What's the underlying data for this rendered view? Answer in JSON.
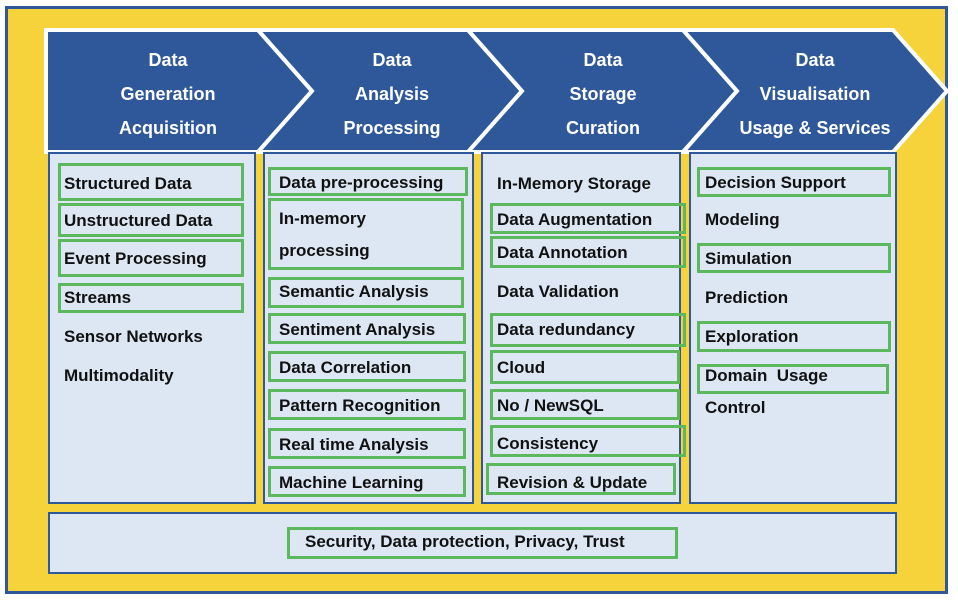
{
  "stages": [
    {
      "lines": [
        "Data",
        "Generation",
        "Acquisition"
      ]
    },
    {
      "lines": [
        "Data",
        "Analysis",
        "Processing"
      ]
    },
    {
      "lines": [
        "Data",
        "Storage",
        "Curation"
      ]
    },
    {
      "lines": [
        "Data",
        "Visualisation",
        "Usage & Services"
      ]
    }
  ],
  "columns": [
    {
      "items": [
        "Structured Data",
        "Unstructured Data",
        "Event Processing",
        "Streams",
        "Sensor Networks",
        "Multimodality"
      ]
    },
    {
      "items": [
        "Data pre-processing",
        "In-memory processing",
        "Semantic Analysis",
        "Sentiment Analysis",
        "Data Correlation",
        "Pattern Recognition",
        "Real time Analysis",
        "Machine Learning"
      ]
    },
    {
      "items": [
        "In-Memory Storage",
        "Data Augmentation",
        "Data Annotation",
        "Data Validation",
        "Data redundancy",
        "Cloud",
        "No / NewSQL",
        "Consistency",
        "Revision & Update"
      ]
    },
    {
      "items": [
        "Decision Support",
        "Modeling",
        "Simulation",
        "Prediction",
        "Exploration",
        "Domain  Usage Control"
      ]
    }
  ],
  "cross_cutting": "Security, Data protection, Privacy, Trust",
  "colors": {
    "frame": "#f6d33b",
    "arrow": "#2e5899",
    "column": "#dde6f3",
    "highlight": "#5cb85c"
  }
}
